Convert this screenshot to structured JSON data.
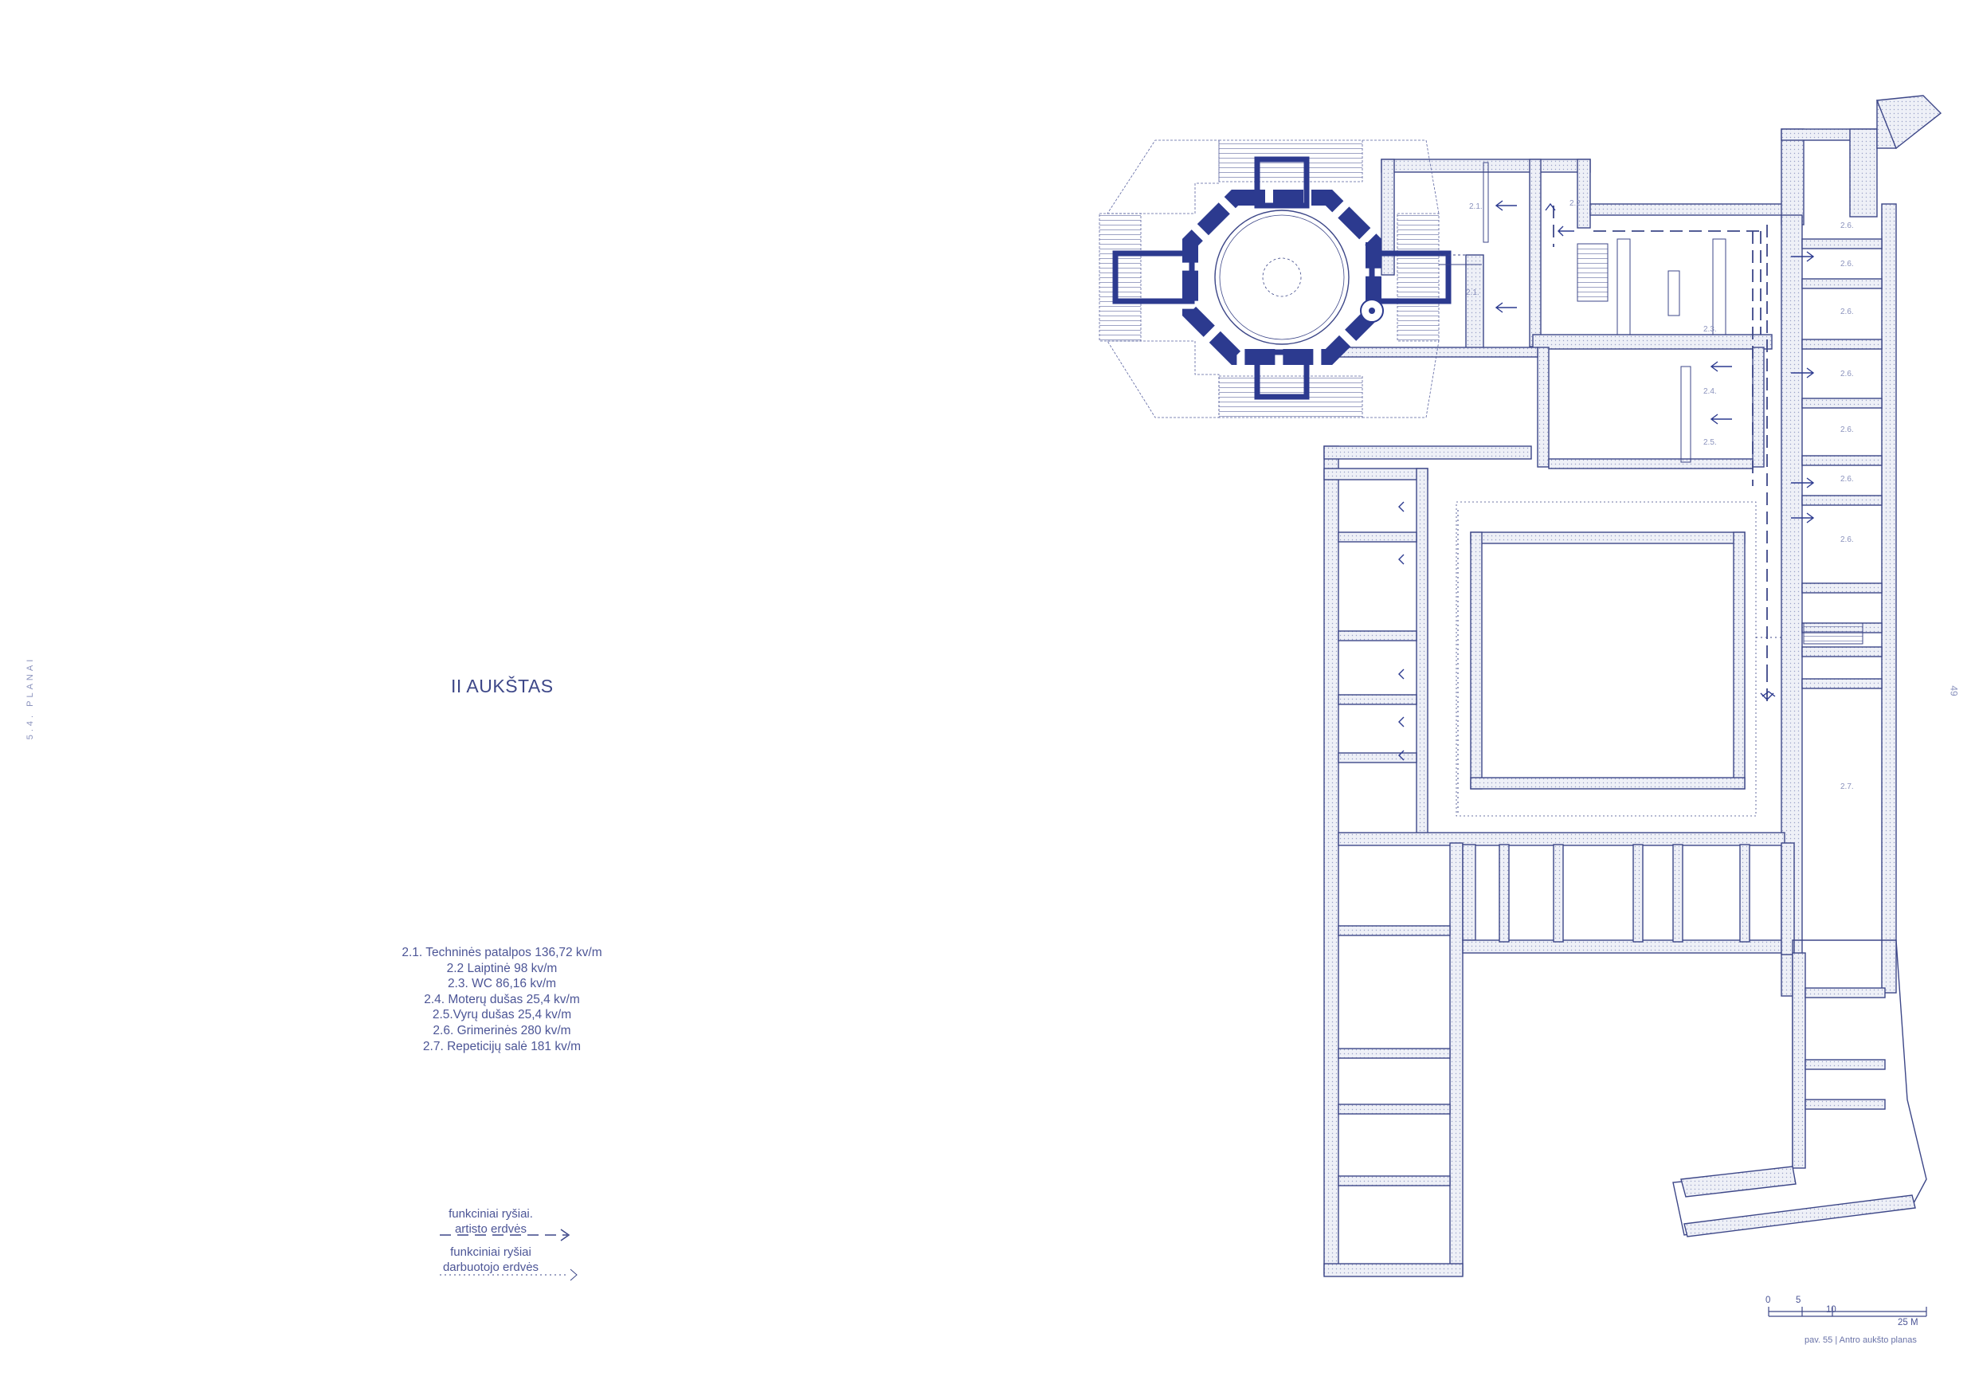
{
  "side_label": "5.4. PLANAI",
  "page_number": "49",
  "floor_title": "II AUKŠTAS",
  "legend": [
    "2.1. Techninės patalpos 136,72 kv/m",
    "2.2 Laiptinė 98 kv/m",
    "2.3. WC 86,16 kv/m",
    "2.4. Moterų dušas 25,4 kv/m",
    "2.5.Vyrų dušas 25,4 kv/m",
    "2.6. Grimerinės 280 kv/m",
    "2.7. Repeticijų salė 181 kv/m"
  ],
  "connections": {
    "artist": [
      "funkciniai ryšiai.",
      "artisto erdvės"
    ],
    "worker": [
      "funkciniai ryšiai",
      "darbuotojo erdvės"
    ]
  },
  "room_labels": {
    "r21a": "2.1.",
    "r21b": "2.1.",
    "r22": "2.2.",
    "r23": "2.3.",
    "r24": "2.4.",
    "r25": "2.5.",
    "r26a": "2.6.",
    "r26b": "2.6.",
    "r26c": "2.6.",
    "r26d": "2.6.",
    "r26e": "2.6.",
    "r26f": "2.6.",
    "r26g": "2.6.",
    "r27": "2.7."
  },
  "scale": {
    "t0": "0",
    "t5": "5",
    "t10": "10",
    "t25": "25 M"
  },
  "caption": "pav. 55 | Antro aukšto planas",
  "colors": {
    "line": "#3d4788",
    "accent": "#2c3a8f",
    "wall_fill": "#e4e7f3"
  }
}
